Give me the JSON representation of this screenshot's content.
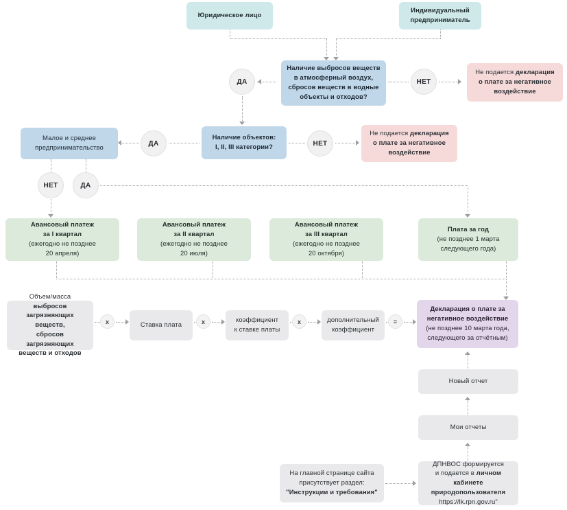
{
  "diagram": {
    "title": "Схема подачи декларации о плате за негативное воздействие",
    "colors": {
      "teal": "#cfe8e9",
      "blue": "#c0d7ea",
      "pink": "#f6dada",
      "green": "#dceadb",
      "grey": "#e9e9eb",
      "purple": "#e4d6ea",
      "connector": "#9b9ea3"
    }
  },
  "nodes": {
    "legal_entity": "Юридическое лицо",
    "individual_entrepreneur_l1": "Индивидуальный",
    "individual_entrepreneur_l2": "предприниматель",
    "emissions_q_l1": "Наличие выбросов веществ",
    "emissions_q_l2": "в атмосферный воздух,",
    "emissions_q_l3": "сбросов веществ в водные",
    "emissions_q_l4": "объекты и отходов?",
    "no_declaration_top_l1": "Не подается ",
    "no_declaration_top_l1b": "декларация",
    "no_declaration_top_l2": "о плате за негативное",
    "no_declaration_top_l3": "воздействие",
    "sme_l1": "Малое и среднее",
    "sme_l2": "предпринимательство",
    "objects_q_l1": "Наличие объектов:",
    "objects_q_l2": "I, II, III категории?",
    "no_declaration_mid_l1": "Не подается ",
    "no_declaration_mid_l1b": "декларация",
    "no_declaration_mid_l2": "о плате за негативное",
    "no_declaration_mid_l3": "воздействие",
    "advance_q1_l1": "Авансовый платеж",
    "advance_q1_l2": "за I квартал",
    "advance_q1_l3": "(ежегодно не позднее",
    "advance_q1_l4": "20 апреля)",
    "advance_q2_l1": "Авансовый платеж",
    "advance_q2_l2": "за II квартал",
    "advance_q2_l3": "(ежегодно не позднее",
    "advance_q2_l4": "20 июля)",
    "advance_q3_l1": "Авансовый платеж",
    "advance_q3_l2": "за III квартал",
    "advance_q3_l3": "(ежегодно не позднее",
    "advance_q3_l4": "20 октября)",
    "year_payment_l1": "Плата за год",
    "year_payment_l2": "(не позднее 1 марта",
    "year_payment_l3": "следующего года)",
    "volume_mass_l1": "Объем/масса ",
    "volume_mass_l1b": "выбросов",
    "volume_mass_l2": "загрязняющих веществ,",
    "volume_mass_l3": "сбросов загрязняющих",
    "volume_mass_l4": "веществ и отходов",
    "rate_payment": "Ставка плата",
    "rate_coefficient_l1": "коэффициент",
    "rate_coefficient_l2": "к ставке платы",
    "additional_coefficient_l1": "дополнительный",
    "additional_coefficient_l2": "коэффициент",
    "declaration_l1": "Декларация о плате за",
    "declaration_l2": "негативное воздействие",
    "declaration_l3": "(не позднее 10 марта года,",
    "declaration_l4": "следующего за отчётным)",
    "new_report": "Новый отчет",
    "my_reports": "Мои отчеты",
    "site_section_l1": "На главной странице сайта",
    "site_section_l2": "присутствует раздел:",
    "site_section_l3": "\"Инструкции и требования\"",
    "dpnvos_l1": "ДПНВОС формируется",
    "dpnvos_l2": "и подается в ",
    "dpnvos_l2b": "личном кабинете",
    "dpnvos_l3": "природопользователя",
    "dpnvos_l4": "https://lk.rpn.gov.ru\""
  },
  "decisions": {
    "yes_emissions": "ДА",
    "no_emissions": "НЕТ",
    "yes_objects": "ДА",
    "no_objects": "НЕТ",
    "no_sme": "НЕТ",
    "yes_sme": "ДА"
  },
  "operators": {
    "mult1": "x",
    "mult2": "x",
    "mult3": "x",
    "equals": "="
  }
}
